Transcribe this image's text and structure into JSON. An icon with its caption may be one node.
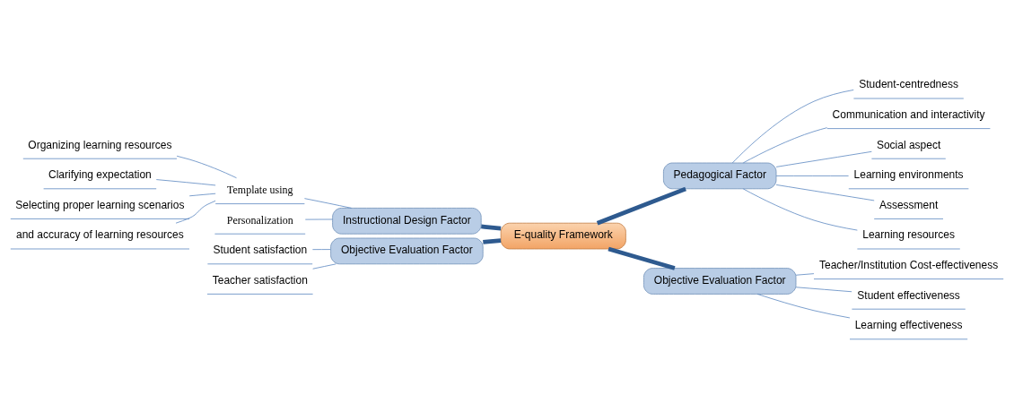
{
  "diagram": {
    "nodes": [
      {
        "text": [
          "Organizing learning resources"
        ]
      },
      {
        "text": [
          "Clarifying expectation"
        ]
      },
      {
        "text": [
          "Selecting proper learning scenarios"
        ]
      },
      {
        "text": [
          "and accuracy of learning resources"
        ]
      },
      {
        "text": [
          "Template using"
        ]
      },
      {
        "text": [
          "Personalization"
        ]
      },
      {
        "text": [
          "Student-centredness"
        ]
      },
      {
        "text": [
          "Communication and interactivity"
        ]
      },
      {
        "text": [
          "Social aspect"
        ]
      },
      {
        "text": [
          "Learning environments"
        ]
      },
      {
        "text": [
          "Assessment"
        ]
      },
      {
        "text": [
          "Learning resources"
        ]
      },
      {
        "text": [
          "Instructional Design Factor"
        ]
      },
      {
        "text": [
          "Pedagogical Factor"
        ]
      },
      {
        "text": [
          "E-quality Framework"
        ]
      },
      {
        "text": [
          "Teacher/Institution Cost-effectiveness"
        ]
      },
      {
        "text": [
          "Student effectiveness"
        ]
      },
      {
        "text": [
          "Learning effectiveness"
        ]
      },
      {
        "text": [
          "Objective Evaluation Factor"
        ]
      },
      {
        "text": [
          "Objective Evaluation Factor"
        ]
      },
      {
        "text": [
          "Student satisfaction"
        ]
      },
      {
        "text": [
          "Teacher satisfaction"
        ]
      }
    ],
    "edges": [
      {
        "from": 14,
        "to": 12,
        "arrow": "none",
        "style": "thick",
        "color": "#2e5a8f"
      },
      {
        "from": 14,
        "to": 13,
        "arrow": "none",
        "style": "thick",
        "color": "#2e5a8f"
      },
      {
        "from": 14,
        "to": 18,
        "arrow": "none",
        "style": "thick",
        "color": "#2e5a8f"
      },
      {
        "from": 14,
        "to": 19,
        "arrow": "none",
        "style": "thick",
        "color": "#2e5a8f"
      },
      {
        "from": 12,
        "to": 4,
        "arrow": "none"
      },
      {
        "from": 12,
        "to": 5,
        "arrow": "none"
      },
      {
        "from": 4,
        "to": 0,
        "arrow": "none"
      },
      {
        "from": 4,
        "to": 1,
        "arrow": "none"
      },
      {
        "from": 4,
        "to": 2,
        "arrow": "none"
      },
      {
        "from": 4,
        "to": 3,
        "arrow": "none"
      },
      {
        "from": 13,
        "to": 6,
        "arrow": "none"
      },
      {
        "from": 13,
        "to": 7,
        "arrow": "none"
      },
      {
        "from": 13,
        "to": 8,
        "arrow": "none"
      },
      {
        "from": 13,
        "to": 9,
        "arrow": "none"
      },
      {
        "from": 13,
        "to": 10,
        "arrow": "none"
      },
      {
        "from": 13,
        "to": 11,
        "arrow": "none"
      },
      {
        "from": 19,
        "to": 15,
        "arrow": "none"
      },
      {
        "from": 19,
        "to": 16,
        "arrow": "none"
      },
      {
        "from": 19,
        "to": 17,
        "arrow": "none"
      },
      {
        "from": 18,
        "to": 20,
        "arrow": "none"
      },
      {
        "from": 18,
        "to": 21,
        "arrow": "none"
      }
    ]
  }
}
